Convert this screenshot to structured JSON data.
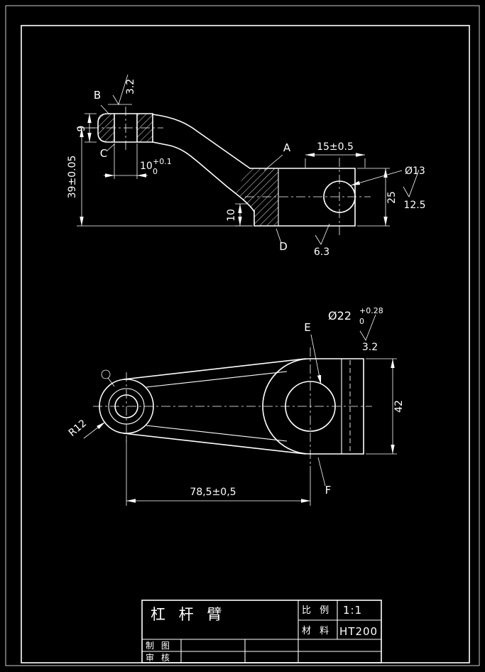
{
  "front_view": {
    "labels": {
      "a": "A",
      "b": "B",
      "c": "C",
      "d": "D"
    },
    "dims": {
      "d9": "9",
      "d39": "39±0.05",
      "hole10_main": "10",
      "hole10_sup": "+0.1",
      "hole10_sub": "0",
      "rib10": "10",
      "d15": "15±0.5",
      "dia13": "Ø13",
      "d25": "25",
      "rough_bore": "12.5",
      "rough_bottom": "6.3",
      "rough_top": "3.2"
    }
  },
  "plan_view": {
    "labels": {
      "e": "E",
      "f": "F"
    },
    "dims": {
      "dia22_main": "Ø22",
      "dia22_sup": "+0.28",
      "dia22_sub": "0",
      "d42": "42",
      "d78_5": "78,5±0,5",
      "r12": "R12",
      "rough_bore": "3.2"
    }
  },
  "title_block": {
    "part_name": "杠 杆 臂",
    "scale_label": "比 例",
    "scale_value": "1:1",
    "material_label": "材 料",
    "material_value": "HT200",
    "drawn_label": "制 图",
    "checked_label": "审 核"
  }
}
